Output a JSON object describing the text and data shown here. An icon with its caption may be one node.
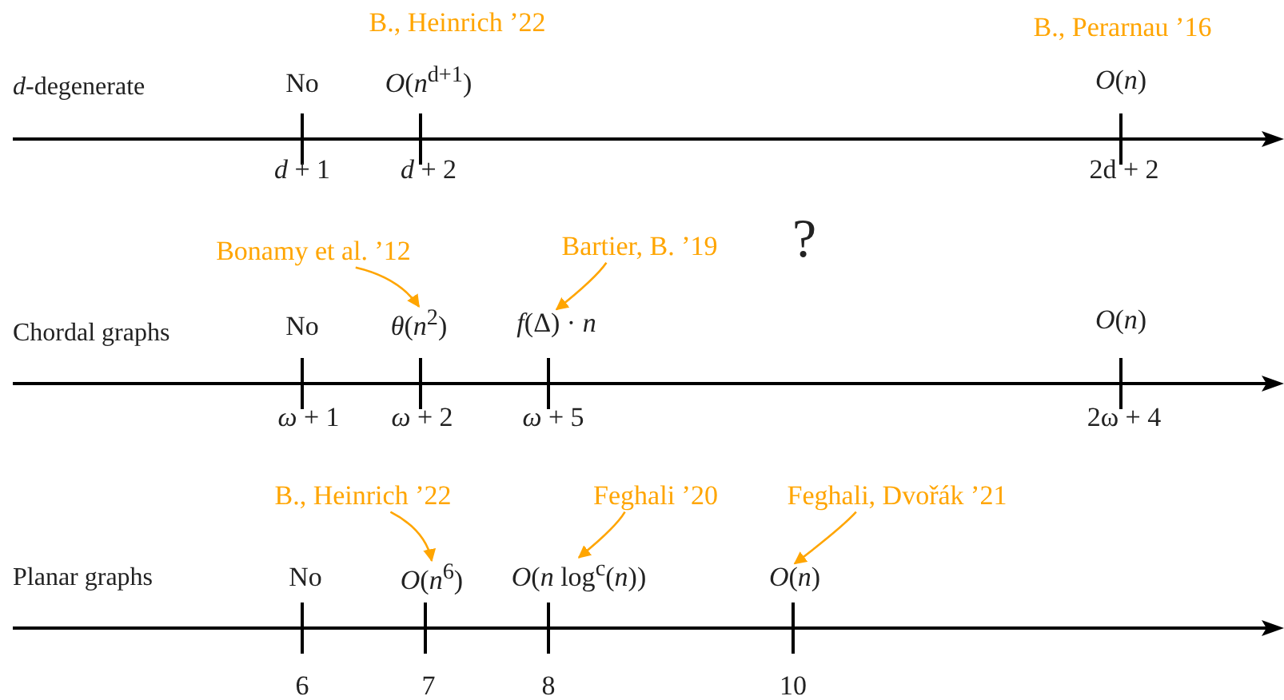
{
  "diagram": {
    "nodes": [
      {
        "text": [
          "Bonamy et al. ’12"
        ]
      },
      {
        "text": [
          "*θ*(*n*$^{2}$)"
        ]
      },
      {
        "text": [
          "Bartier, B. ’19"
        ]
      },
      {
        "text": [
          "*f*(Δ) · *n*"
        ]
      },
      {
        "text": [
          "B., Heinrich ’22"
        ]
      },
      {
        "text": [
          "*O*(*n*$^{6}$)"
        ]
      },
      {
        "text": [
          "Feghali ’20"
        ]
      },
      {
        "text": [
          "*O*(*n* log$^{c}$(*n*))"
        ]
      },
      {
        "text": [
          "Feghali, Dvořák ’21"
        ]
      },
      {
        "text": [
          "*O*(*n*)"
        ]
      }
    ],
    "edges": [
      {
        "from": 0,
        "to": 1,
        "arrow": "to",
        "color": "#ffa500"
      },
      {
        "from": 2,
        "to": 3,
        "arrow": "to",
        "color": "#ffa500"
      },
      {
        "from": 4,
        "to": 5,
        "arrow": "to",
        "color": "#ffa500"
      },
      {
        "from": 6,
        "to": 7,
        "arrow": "to",
        "color": "#ffa500"
      },
      {
        "from": 8,
        "to": 9,
        "arrow": "to",
        "color": "#ffa500"
      }
    ],
    "labels": [
      "*d*-degenerate",
      "B., Heinrich ’22",
      "B., Perarnau ’16",
      "No",
      "*O*(*n*$^{d+1}$)",
      "*O*(*n*)",
      "*d* + 1",
      "*d* + 2",
      "2d + 2",
      "Chordal graphs",
      "?",
      "No",
      "*O*(*n*)",
      "*ω* + 1",
      "*ω* + 2",
      "*ω* + 5",
      "2ω + 4",
      "Planar graphs",
      "No",
      "6",
      "7",
      "8",
      "10"
    ]
  }
}
